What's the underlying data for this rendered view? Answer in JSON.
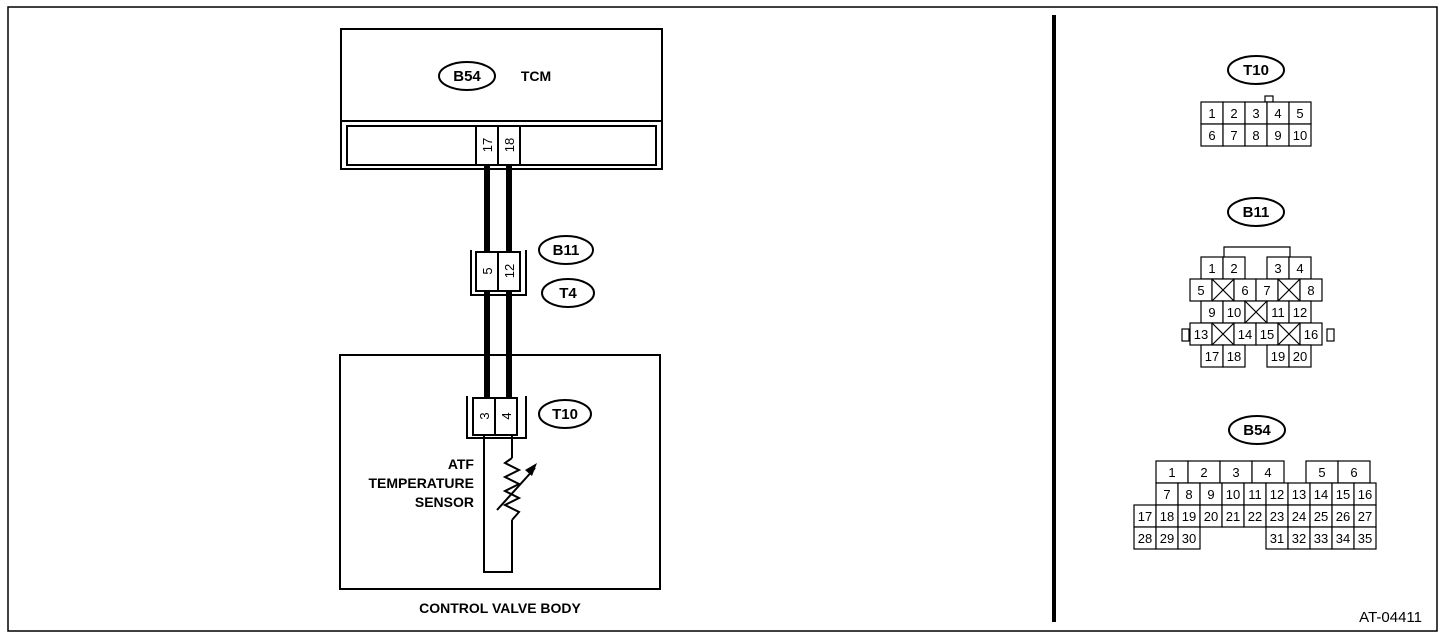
{
  "figure_id": "AT-04411",
  "tcm": {
    "connector_id": "B54",
    "label": "TCM",
    "pins": [
      "17",
      "18"
    ]
  },
  "intermediate": {
    "connector_ids": [
      "B11",
      "T4"
    ],
    "pins": [
      "5",
      "12"
    ]
  },
  "sensor_connector": {
    "connector_id": "T10",
    "pins": [
      "3",
      "4"
    ]
  },
  "sensor_label": [
    "ATF",
    "TEMPERATURE",
    "SENSOR"
  ],
  "body_label": "CONTROL VALVE BODY",
  "connector_views": {
    "t10": {
      "id": "T10",
      "rows": [
        [
          "1",
          "2",
          "3",
          "4",
          "5"
        ],
        [
          "6",
          "7",
          "8",
          "9",
          "10"
        ]
      ]
    },
    "b11": {
      "id": "B11",
      "rows": [
        [
          "1",
          "2",
          "",
          "3",
          "4"
        ],
        [
          "5",
          "X",
          "6",
          "7",
          "X",
          "8"
        ],
        [
          "9",
          "10",
          "X",
          "11",
          "12"
        ],
        [
          "13",
          "X",
          "14",
          "15",
          "X",
          "16"
        ],
        [
          "17",
          "18",
          "",
          "19",
          "20"
        ]
      ]
    },
    "b54": {
      "id": "B54",
      "row1": [
        "1",
        "2",
        "3",
        "4",
        "",
        "5",
        "6"
      ],
      "row2": [
        "7",
        "8",
        "9",
        "10",
        "11",
        "12",
        "13",
        "14",
        "15",
        "16"
      ],
      "row3": [
        "17",
        "18",
        "19",
        "20",
        "21",
        "22",
        "23",
        "24",
        "25",
        "26",
        "27"
      ],
      "row4": [
        "28",
        "29",
        "30",
        "31",
        "32",
        "33",
        "34",
        "35"
      ]
    }
  }
}
